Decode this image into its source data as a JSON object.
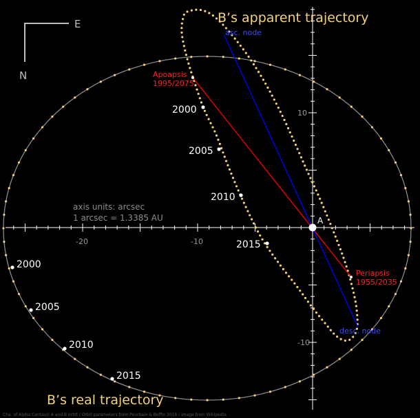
{
  "compass": {
    "east": "E",
    "north": "N"
  },
  "titles": {
    "apparent": "B’s apparent trajectory",
    "real": "B’s real trajectory"
  },
  "axis_note": {
    "line1": "axis units: arcsec",
    "line2": "1 arcsec = 1.3385 AU"
  },
  "star_label": "A",
  "nodes": {
    "asc": "asc. node",
    "desc": "desc. node"
  },
  "apsides": {
    "apoapsis": {
      "name": "Apoapsis",
      "years": "1995/2075"
    },
    "periapsis": {
      "name": "Periapsis",
      "years": "1955/2035"
    }
  },
  "axis_ticks": {
    "x": [
      "-20",
      "-10"
    ],
    "y": [
      "10",
      "-10"
    ]
  },
  "apparent_years": [
    "2000",
    "2005",
    "2010",
    "2015"
  ],
  "real_years": [
    "2000",
    "2005",
    "2010",
    "2015"
  ],
  "colors": {
    "background": "#000000",
    "axes": "#ffffff",
    "real_orbit": "#8a8a8a",
    "dots": "#f3d27a",
    "title_text": "#f3d27a",
    "apsides_line": "#ff0000",
    "nodes_line": "#0000ff"
  },
  "footer_text": "Cha. of Alpha Centauri A and B orbit / Orbit parameters from Pourbaix & Boffin 2016 / image from Wikipedia"
}
